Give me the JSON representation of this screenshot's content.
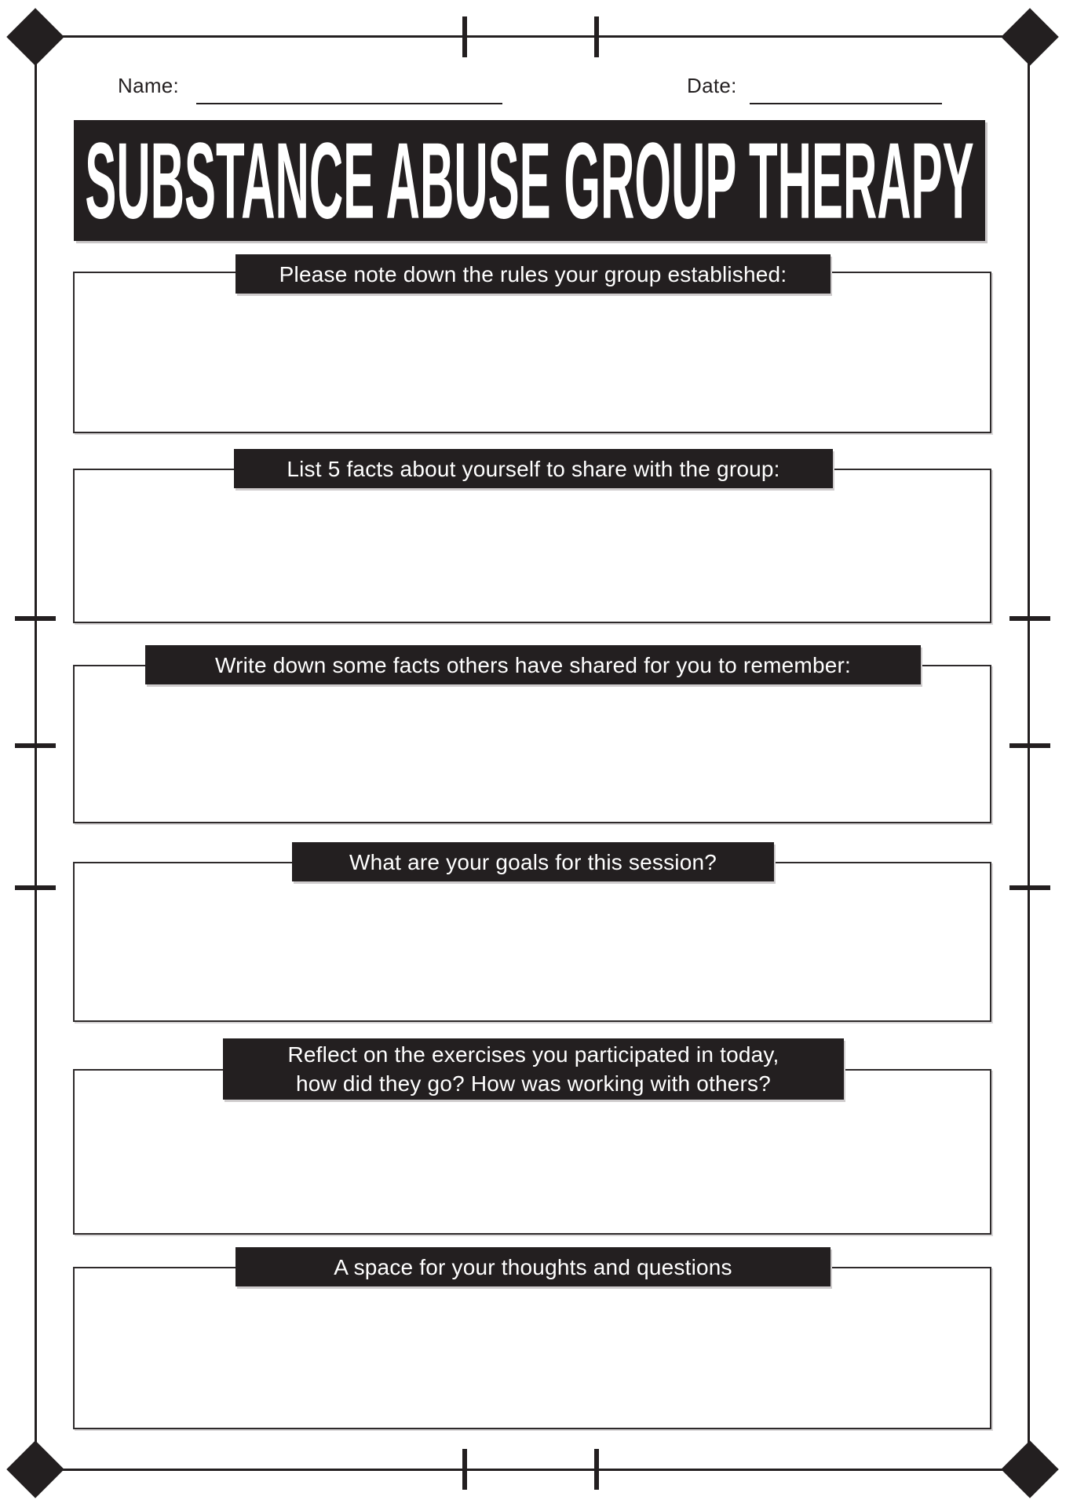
{
  "page": {
    "colors": {
      "ink": "#231f20",
      "paper": "#ffffff"
    },
    "decorations": {
      "corner_diamond": "rotated filled square at each frame corner",
      "registration_tick": "short crop mark crossing the frame line"
    }
  },
  "header": {
    "name_label": "Name:",
    "date_label": "Date:",
    "name_value": "",
    "date_value": ""
  },
  "title": "SUBSTANCE ABUSE GROUP THERAPY",
  "sections": [
    {
      "id": "group-rules",
      "lines": [
        "Please note down the rules your group established:"
      ]
    },
    {
      "id": "five-facts",
      "lines": [
        "List 5 facts about yourself to share with the group:"
      ]
    },
    {
      "id": "facts-others-shared",
      "lines": [
        "Write down some facts others have shared for you to remember:"
      ]
    },
    {
      "id": "session-goals",
      "lines": [
        "What are your goals for this session?"
      ]
    },
    {
      "id": "exercise-reflection",
      "lines": [
        "Reflect on the exercises you participated in today,",
        "how did they go? How was working with others?"
      ]
    },
    {
      "id": "thoughts-questions",
      "lines": [
        "A space for your thoughts and questions"
      ]
    }
  ]
}
